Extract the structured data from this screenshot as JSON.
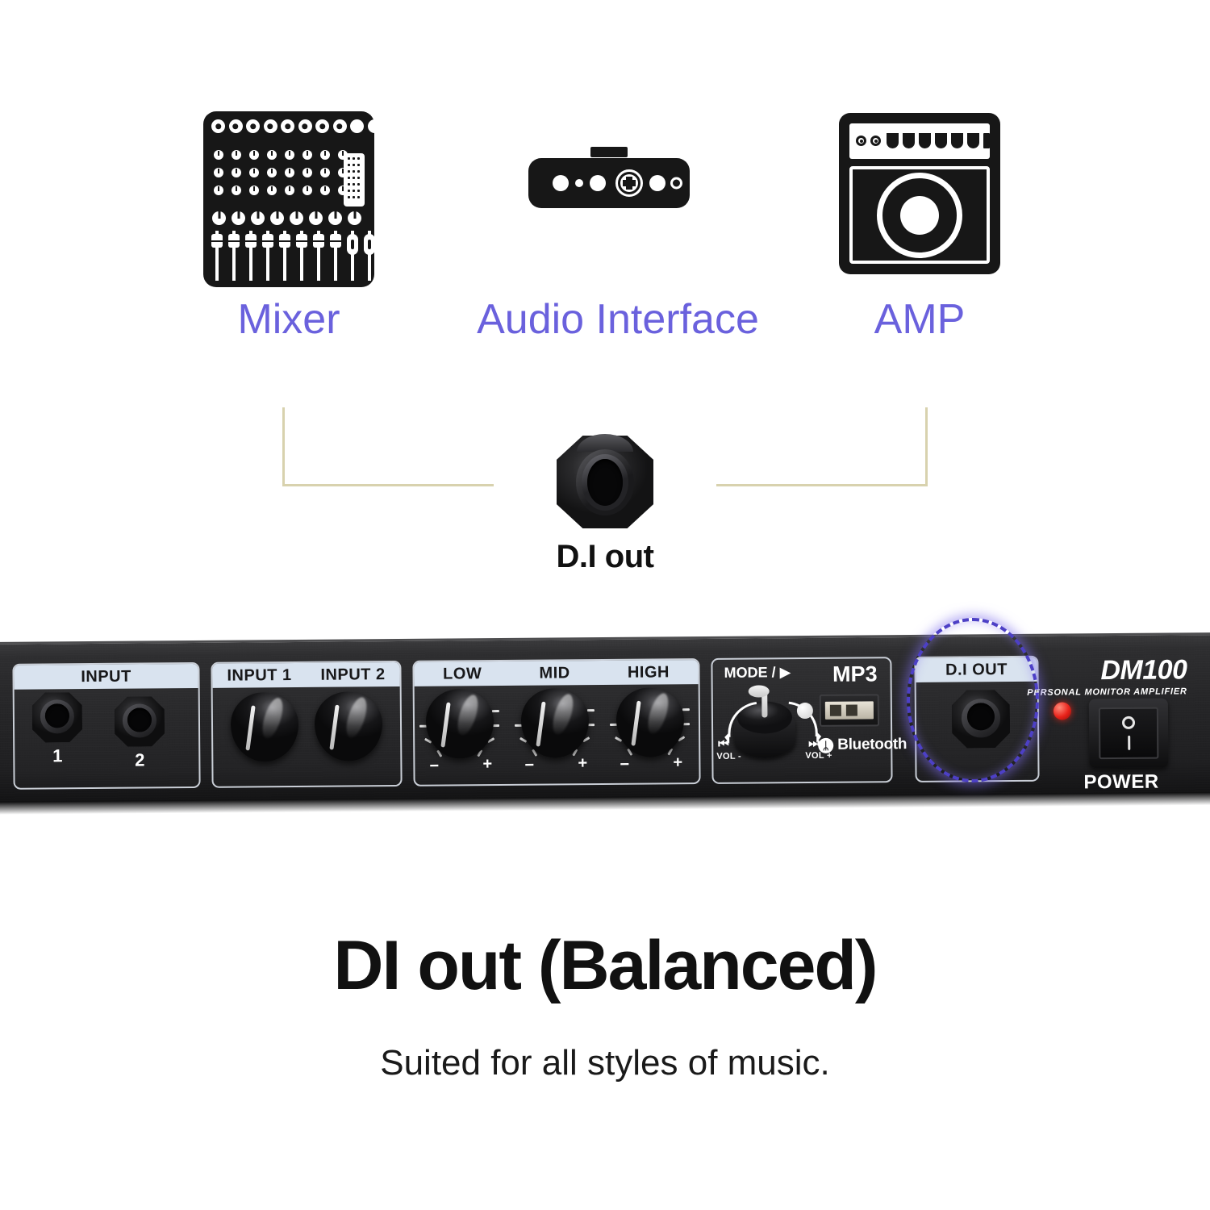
{
  "devices": [
    {
      "icon": "mixer-icon",
      "label": "Mixer"
    },
    {
      "icon": "audio-interface-icon",
      "label": "Audio Interface"
    },
    {
      "icon": "amp-icon",
      "label": "AMP"
    }
  ],
  "connector": {
    "icon": "di-out-jack-photo",
    "label": "D.I out"
  },
  "amplifier": {
    "brand": "DM100",
    "brand_sub": "PERSONAL MONITOR AMPLIFIER",
    "sections": [
      {
        "name": "input-jacks",
        "header": "INPUT",
        "jacks": [
          {
            "number": "1"
          },
          {
            "number": "2"
          }
        ]
      },
      {
        "name": "input-level-knobs",
        "headers": [
          "INPUT 1",
          "INPUT 2"
        ]
      },
      {
        "name": "eq-knobs",
        "headers": [
          "LOW",
          "MID",
          "HIGH"
        ],
        "minus": "−",
        "plus": "+"
      },
      {
        "name": "mode-mp3",
        "mode_label": "MODE / ▶",
        "mp3_label": "MP3",
        "vol_down": "VOL -",
        "vol_up": "VOL +",
        "bluetooth_label": "Bluetooth",
        "bluetooth_glyph": "ᛦ"
      },
      {
        "name": "di-out",
        "header": "D.I OUT"
      }
    ],
    "power": {
      "label": "POWER",
      "off_symbol": "○",
      "on_symbol": "│"
    }
  },
  "footer": {
    "headline": "DI out (Balanced)",
    "subline": "Suited for all styles of music."
  },
  "colors": {
    "label_purple": "#6a61dd",
    "bracket_gold": "#d8d2ae",
    "highlight_circle": "#4d40c6",
    "panel_header": "#d9e3ef",
    "led_red": "#e8221a"
  }
}
